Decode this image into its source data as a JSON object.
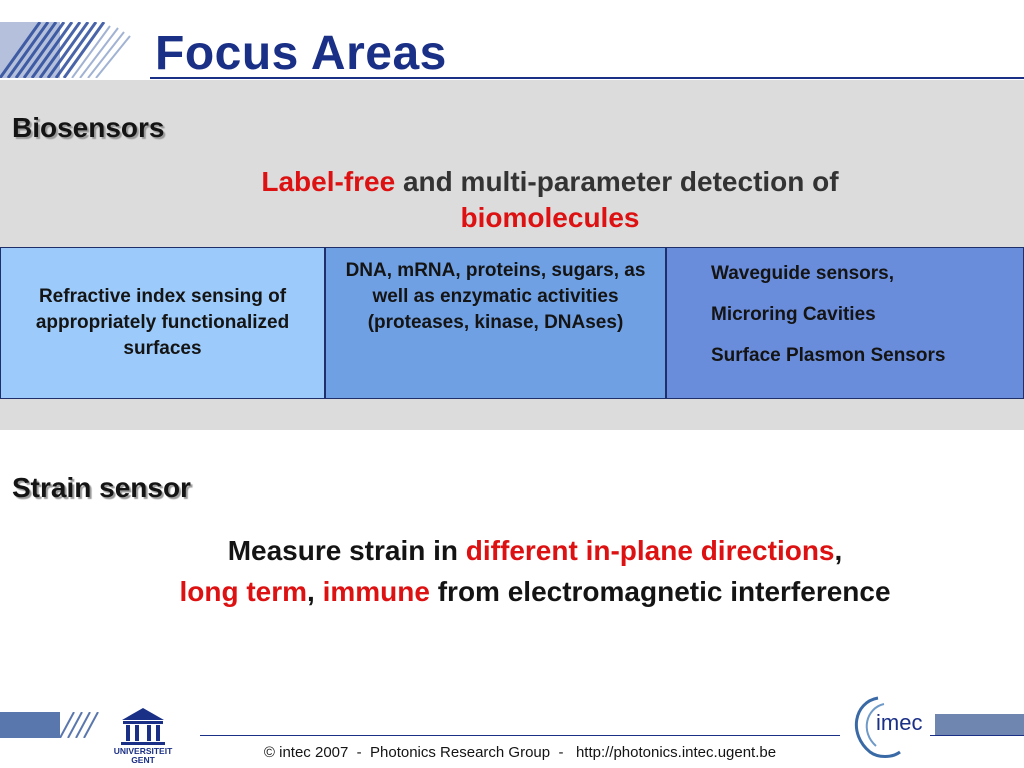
{
  "slide": {
    "title": "Focus Areas"
  },
  "biosensors": {
    "heading": "Biosensors",
    "subtitle": {
      "part1": "Label-free",
      "part2": " and multi-parameter detection of ",
      "part3": "biomolecules"
    },
    "boxes": {
      "box1": "Refractive index sensing of appropriately functionalized surfaces",
      "box2": "DNA, mRNA, proteins, sugars, as well as enzymatic activities (proteases, kinase, DNAses)",
      "box3": [
        "Waveguide sensors,",
        "Microring Cavities",
        "Surface Plasmon Sensors"
      ]
    }
  },
  "strain": {
    "heading": "Strain sensor",
    "text": {
      "part1": "Measure strain in ",
      "part2": "different in-plane directions",
      "part3": ",",
      "part4": "long term",
      "part5": ", ",
      "part6": "immune",
      "part7": " from electromagnetic interference"
    }
  },
  "footer": {
    "text": "© intec 2007  -  Photonics Research Group  -   http://photonics.intec.ugent.be",
    "logo_left": [
      "UNIVERSITEIT",
      "GENT"
    ],
    "logo_right": "imec"
  },
  "colors": {
    "title": "#1a2f86",
    "accent_red": "#dd1111",
    "band": "#dcdcdc",
    "box1": "#9ccbfb",
    "box2": "#6fa0e4",
    "box3": "#6a8ddb"
  }
}
